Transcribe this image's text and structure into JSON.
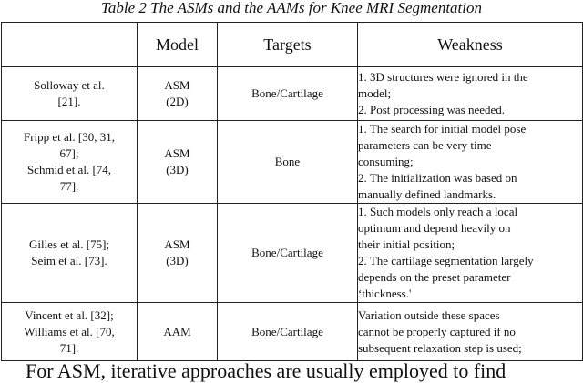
{
  "caption": "Table 2 The ASMs and the AAMs for Knee MRI Segmentation",
  "headers": [
    "",
    "Model",
    "Targets",
    "Weakness"
  ],
  "rows": [
    {
      "authors": [
        "Solloway et al.",
        "[21]."
      ],
      "model": [
        "ASM",
        "(2D)"
      ],
      "targets": "Bone/Cartilage",
      "weakness": [
        "1. 3D structures were ignored in the",
        "model;",
        "2. Post processing was needed."
      ]
    },
    {
      "authors": [
        "Fripp et al. [30, 31,",
        "67];",
        "Schmid et al. [74,",
        "77]."
      ],
      "model": [
        "ASM",
        "(3D)"
      ],
      "targets": "Bone",
      "weakness": [
        "1. The search for initial model pose",
        "parameters can be very time",
        "consuming;",
        "2. The initialization was based on",
        "manually defined landmarks."
      ]
    },
    {
      "authors": [
        "Gilles et al. [75];",
        "Seim et al. [73]."
      ],
      "model": [
        "ASM",
        "(3D)"
      ],
      "targets": "Bone/Cartilage",
      "weakness": [
        "1. Such models only reach a local",
        "optimum and depend heavily on",
        "their initial position;",
        "2. The cartilage segmentation largely",
        "depends on the preset parameter",
        "‘thickness.'"
      ]
    },
    {
      "authors": [
        "Vincent et al. [32];",
        "Williams et al. [70,",
        "71]."
      ],
      "model": [
        "AAM"
      ],
      "targets": "Bone/Cartilage",
      "weakness": [
        "Variation outside these spaces",
        "cannot be properly captured if no",
        "subsequent relaxation step is used;"
      ]
    }
  ],
  "footer_text": "For ASM, iterative approaches are usually employed to find"
}
